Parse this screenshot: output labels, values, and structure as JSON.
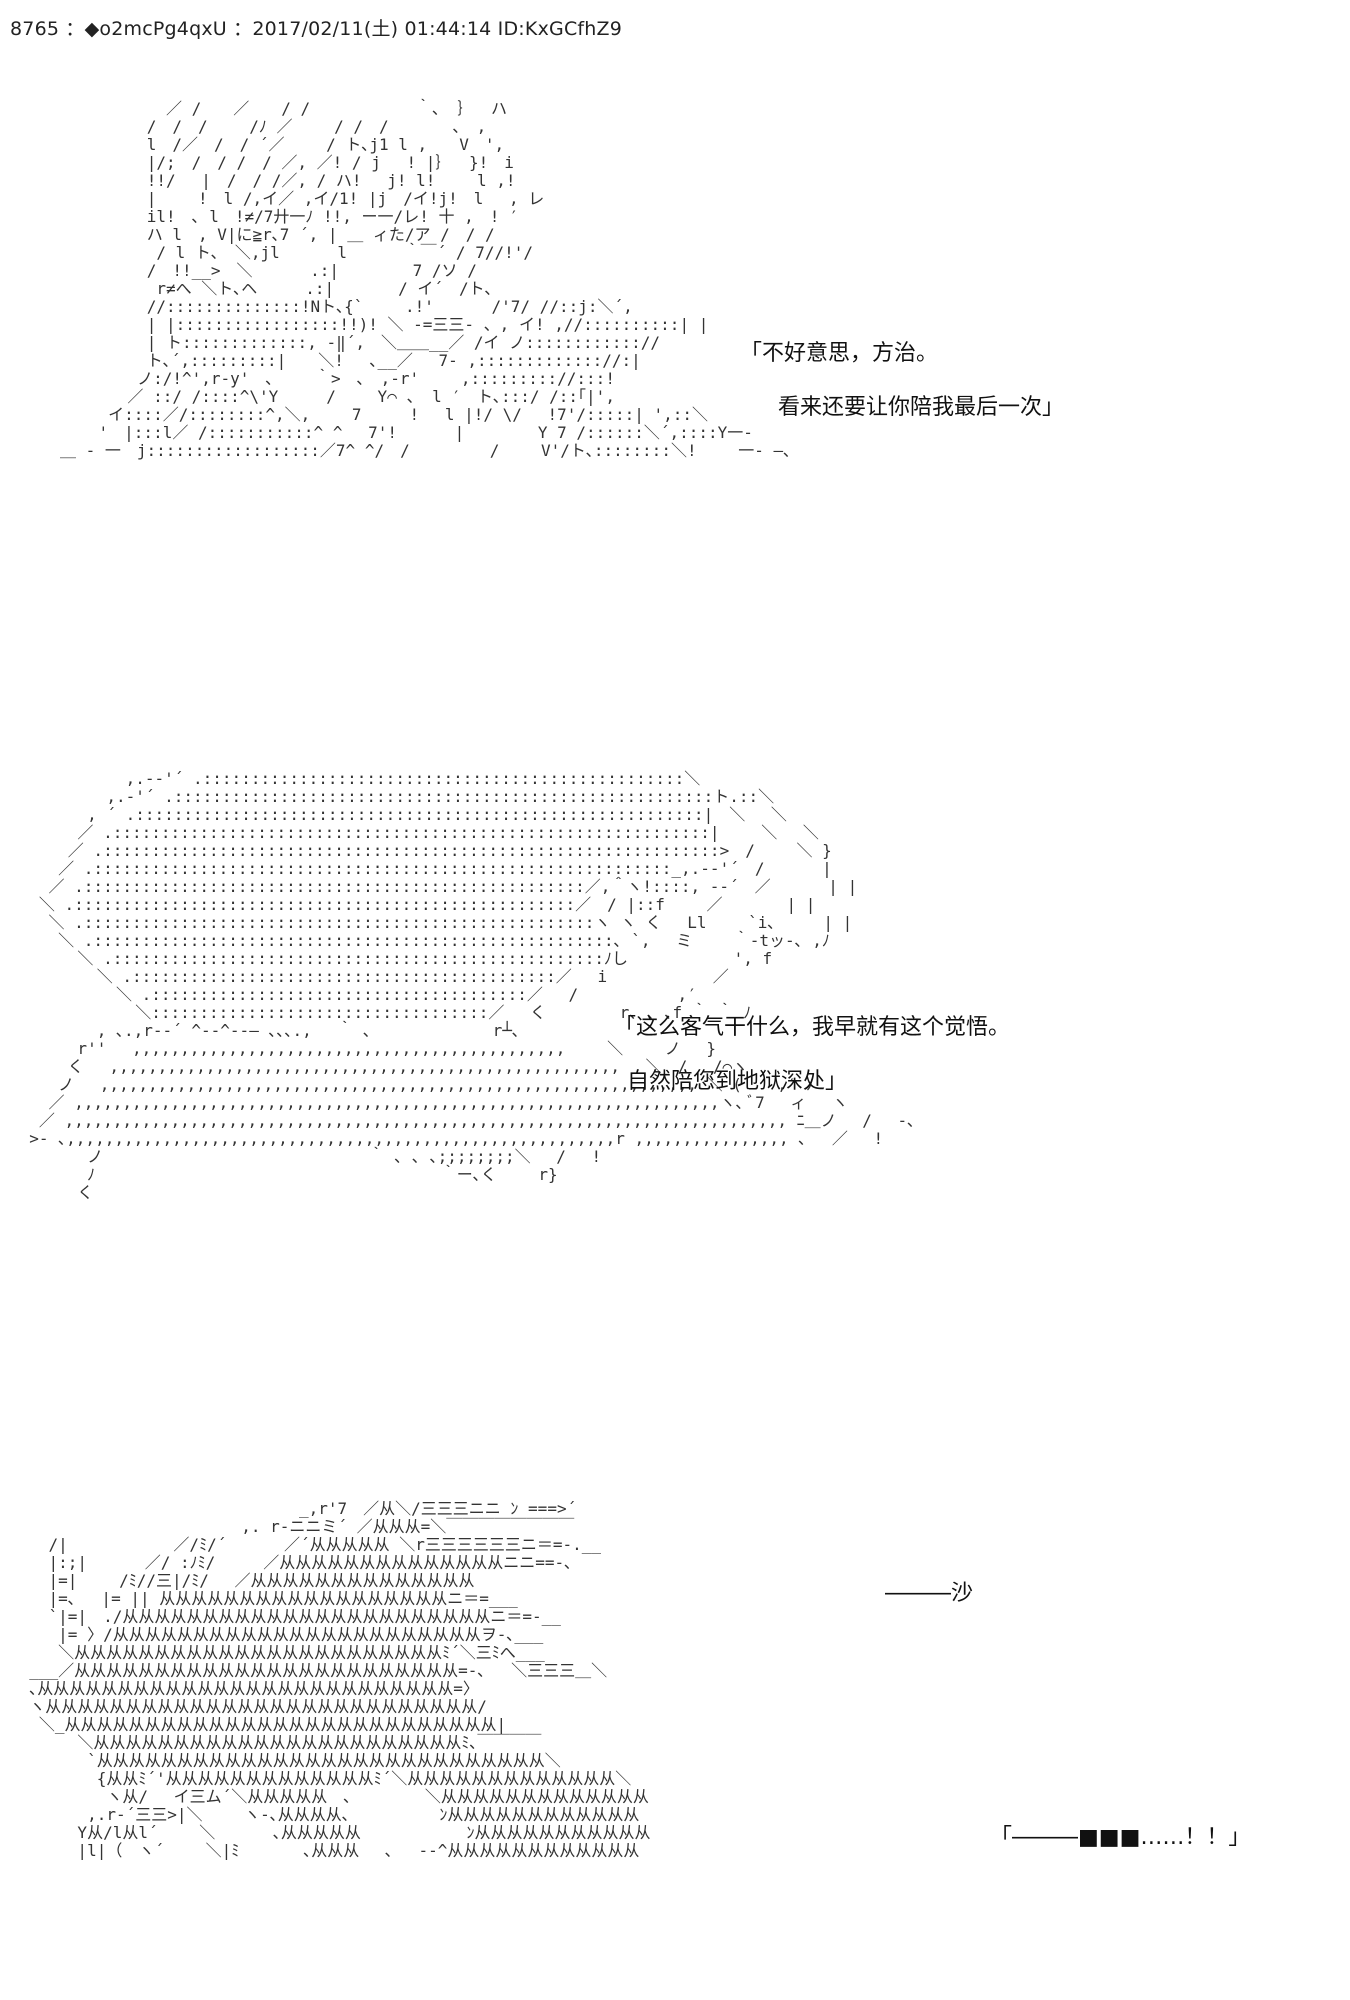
{
  "post_header": "8765 ：◆o2mcPg4qxU ：2017/02/11(土) 01:44:14 ID:KxGCfhZ9",
  "art": {
    "panel1": "           ／ /　　／　　/ /　　　　　　 ｀、 ｝　 ハ\n         /　/　/　　 /ﾉ ／　　 / /　/　　　　､　,\n         l　/／　/　/ ´／　　 / ト､j1 l ,　　V　',\n         |/;　/　/ /　/ ／, ／! / j　 ! |｝　 }!　i\n         !!/　 |　/　/ /／, / ハ!　 j! l!　　 l ,!\n         |　　 !　l /,イ／ ,イ/1! |j　/イ!j!　l　 , レ\n         il!　､ l　!≠/7廾一ﾉ !!, ー一/レ! 十 ,　! ′\n         ハ l　, V|に≧r､7 ´, | ＿ ィた/ア /　/ /\n          / l ト､　＼,jl　　　 l　　　 ｀￣´ / 7//!'/\n         /　!!__>　＼　　　 .:|　　　 　7 /ソ /\n          r≠へ ＼ト､ヘ　　　.:|　　　　/ イ´　/ト､\n         //::::::::::::::!Nト､{`　　 .!'　　　 /'7/ //::j:＼´,\n         | |:::::::::::::::::!!)! ＼ ‐=三三‐ 、, イ! ,//::::::::::| |\n         | ト:::::::::::::, ‐‖´,　＼＿＿__／ /イ ノ:::::::::::://\n         ト､´,:::::::::|　　＼!　 ､__／　 7- ,::::::::::::://:|\n        ノ:/!^',r‐y'　､　　 ｀>　､　,‐r'　　 ,::::::::://:::!\n       ／ ::/ /::::^\\'Y　　　/　　 Y⌒ 、 l ′　ト､:::/ /::｢|',\n     イ::::／/::::::::^,＼,　　 7　　　!　 l |!/ \\/　 !7'/:::::| ',::＼\n    '　|:::l／ /:::::::::::^ ^　 7'!　　　 |　　　　 Y 7 /::::::＼´,::::Y一‐\n＿ ‐ 一　j::::::::::::::::::／7^ ^/　/　　　　　/　　 V'/ト､::::::::＼!　　 一‐ ―､",
    "panel2": "            ,.-‐'´ .::::::::::::::::::::::::::::::::::::::::::::::::::＼\n          ,.-'´ .::::::::::::::::::::::::::::::::::::::::::::::::::::::::ト.::＼\n        , ´ .:::::::::::::::::::::::::::::::::::::::::::::::::::::::::::|　＼　 ＼\n       ／ .::::::::::::::::::::::::::::::::::::::::::::::::::::::::::::::|　　 ＼　 ＼\n      ／ .::::::::::::::::::::::::::::::::::::::::::::::::::::::::::::::::>　/　　 ＼ }\n     ／ .::::::::::::::::::::::::::::::::::::::::::::::::::::::::::::_,.-‐'´　/　　　 |\n    ／ .::::::::::::::::::::::::::::::::::::::::::::::::::::／,＾ヽ!::::, -‐´　／　　　 | |\n   ＼ .::::::::::::::::::::::::::::::::::::::::::::::::::::／　/ |::f　　 ／　　　　| |\n    ＼ .:::::::::::::::::::::::::::::::::::::::::::::::::::::ヽ ヽ く　 Ll　　 `i､　　　| |\n     ＼ .::::::::::::::::::::::::::::::::::::::::::::::::::::::､ `, 　ミ　　 ｀‐tッ-､ ,ﾉ\n       ＼ .:::::::::::::::::::::::::::::::::::::::::::::::::::ﾉし　　　　　　 ', f\n         ＼ .::::::::::::::::::::::::::::::::::::::::::::／　 i　　　　　　 ／\n           ＼ .:::::::::::::::::::::::::::::::::::::::／　 /　　　　 　 ,′\n             ＼:::::::::::::::::::::::::::::::::::／　 く　　　　 r､ ､ ､f ｀ ｀ ﾉ\n         , ､.,r-‐´ ^-‐^‐‐― ､､､.,　 ｀ ､　　　　　　　 r┴､\n       r''　 ,,,,,,,,,,,,,,,,,,,,,,,,,,,,,,,,,,,,,,,,,,,,,　　 ＼　　 ノ　 }\n      く　 ,,,,,,,,,,,,,,,,,,,,,,,,,,,,,,,,,,,,,,,,,,,,,,,,,,,,,　 ＼　/　 /⌒ヽ\n     ノ　 ,,,,,,,,,,,,,,,,,,,,,,,,,,,,,,,,,,,,,,,,,,,,,,,,,,,,,,,,,,,,,, ＼ ( 　 ,′ ﾉ\n    ／ ,,,,,,,,,,,,,,,,,,,,,,,,,,,,,,,,,,,,,,,,,,,,,,,,,,,,,,,,,,,,,,,,,,,ヽ､ ﾞ7　 ィ　 ヽ\n   ／ ,,,,,,,,,,,,,,,,,,,,,,,,,,,,,,,,,,,,,,,,,,,,,,,,,,,,,,,,,,,,,,,,,,,,,,,,,,, ﾆ＿ノ　 /　 -､\n  >- ､,,,,,,,,,,,,,,,,,,,,,,,,,,,,,,,,,,,,,,,,,,,,,,,,,,,,,,,,,r ,,,,,,,,,,,,,,,, ､　 ／　 !\n        ノ　　　　　　　　　　　　　　　　 ｀ ､ ､ ､;;;;;;;;＼　 /　 !\n        ﾉ　　　　　　　　　　　　　　　　　　　　　 ｀ー､く　　 r}\n       く",
    "panel3": "                              _,r'7　／从＼/三三三ニニ ﾝ ===>´\n                        ,. r-ニニミ´ ／从从从=＼￣￣￣￣￣￣￣￣\n    /|　　　　　　 ／/ﾐ/´　　　 ／´从从从从从 ＼r三三三三三三ニ＝=-.__\n    |:;|　　　 ／/ :ﾉﾐ/　　　／从从从从从从从从从从从从从从ニニ==-､\n    |=|　　 /ﾐ//三|/ﾐ/　 ／从从从从从从从从从从从从从从\n    |=､　 |= || 从从从从从从从从从从从从从从从从从从ニ＝=___\n    `|=|　./从从从从从从从从从从从从从从从从从从从从从从从ニ＝=-__\n     |= 〉/从从从从从从从从从从从从从从从从从从从从从从从ヲ-､___\n     ＼从从从从从从从从从从从从从从从从从从从从从从从ﾐ´＼三ﾐへ___\n  ___／从从从从从从从从从从从从从从从从从从从从从从从从=-､　 ＼三三三＿＼\n  ､从从从从从从从从从从从从从从从从从从从从从从从从从从=〉\n  ヽ从从从从从从从从从从从从从从从从从从从从从从从从从从从/\n   ＼_从从从从从从从从从从从从从从从从从从从从从从从从从从从|\n       ＼从从从从从从从从从从从从从从从从从从从从从从从ﾐ､￣￣￣￣\n        `从从从从从从从从从从从从从从从从从从从从从从从从从从从从＼\n         {从从ﾐ´'从从从从从从从从从从从从从ﾐ´＼从从从从从从从从从从从从从＼\n          ヽ从/　 イ三ム´＼从从从从从　､　　　　 ＼从从从从从从从从从从从从从\n        ,.r-´三三>|＼　　 ヽ-､从从从从､　　　　　 ﾝ从从从从从从从从从从从从\n       Y从/l从l´　　 ＼　　　 ､从从从从从　　　　　　 ﾝ从从从从从从从从从从从\n       |l|（　ヽ´　　 ＼|ﾐ　　　　､从从从　 ､　 -‐^从从从从从从从从从从从从"
  },
  "dialogues": {
    "d1_line1": "「不好意思，方治。",
    "d1_line2": "看来还要让你陪我最后一次」",
    "d2_line1": "「这么客气干什么，我早就有这个觉悟。",
    "d2_line2": "自然陪您到地狱深处」",
    "d3": "―――沙",
    "d4": "「―――■■■……！！」"
  }
}
